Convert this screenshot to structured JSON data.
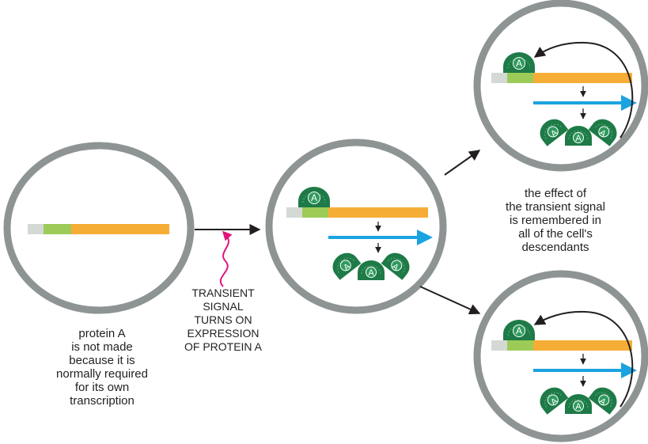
{
  "protein_label": "A",
  "captions": {
    "left_cell": [
      "protein A",
      "is not made",
      "because it is",
      "normally required",
      "for its own",
      "transcription"
    ],
    "signal": [
      "TRANSIENT",
      "SIGNAL",
      "TURNS ON",
      "EXPRESSION",
      "OF PROTEIN A"
    ],
    "memory": [
      "the effect of",
      "the transient signal",
      "is remembered in",
      "all of the cell's",
      "descendants"
    ]
  },
  "colors": {
    "cell_membrane": "#8e9494",
    "gene_promoter": "#d4d9d6",
    "gene_regulatory": "#9ccb58",
    "gene_coding": "#f6ad35",
    "transcript_arrow": "#1aa3e0",
    "protein": "#1e7a47",
    "signal": "#e0147e",
    "arrow": "#231f20"
  }
}
